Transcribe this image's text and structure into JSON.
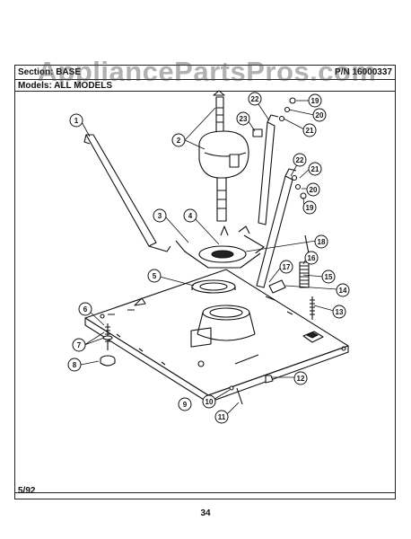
{
  "header": {
    "section_label": "Section: BASE",
    "part_number": "P/N 16000337",
    "models_label": "Models: ALL MODELS"
  },
  "watermark": "AppliancePartsPros.com",
  "footer": {
    "date": "5/92",
    "page_number": "34"
  },
  "callouts": [
    "1",
    "2",
    "3",
    "4",
    "5",
    "6",
    "7",
    "8",
    "9",
    "10",
    "11",
    "12",
    "13",
    "14",
    "15",
    "16",
    "17",
    "18",
    "19",
    "20",
    "21",
    "22",
    "23"
  ]
}
